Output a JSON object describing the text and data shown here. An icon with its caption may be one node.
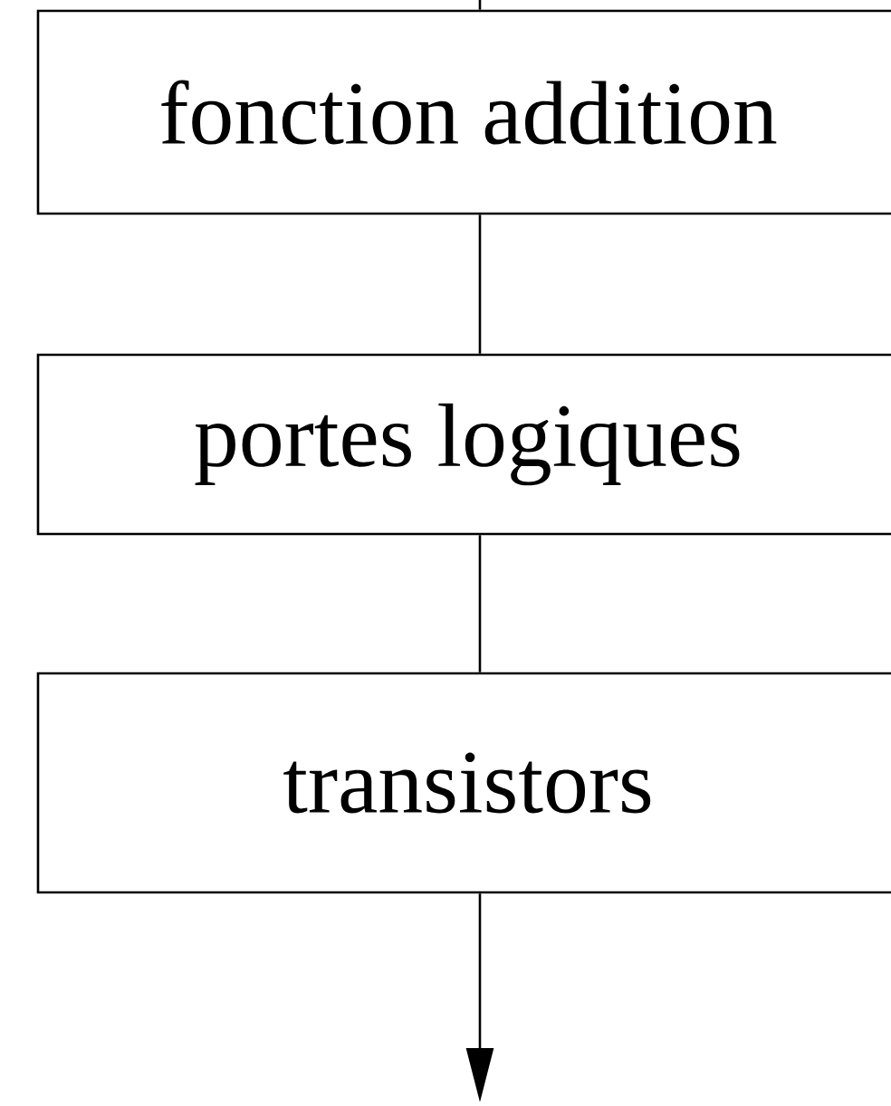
{
  "diagram": {
    "nodes": [
      {
        "text": [
          "fonction addition"
        ]
      },
      {
        "text": [
          "portes logiques"
        ]
      },
      {
        "text": [
          "transistors"
        ]
      }
    ],
    "edges": [
      {
        "from": null,
        "to": 0,
        "arrow": "none"
      },
      {
        "from": 0,
        "to": 1,
        "arrow": "none"
      },
      {
        "from": 1,
        "to": 2,
        "arrow": "none"
      },
      {
        "from": 2,
        "to": null,
        "arrow": "to"
      }
    ]
  }
}
